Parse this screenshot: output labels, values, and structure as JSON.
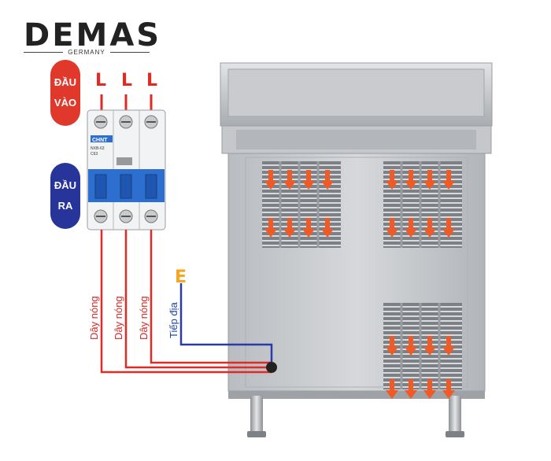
{
  "brand": {
    "name": "DEMAS",
    "tagline": "GERMANY"
  },
  "inputs": {
    "pill_line1": "ĐẦU",
    "pill_line2": "VÀO",
    "phases": [
      "L",
      "L",
      "L"
    ]
  },
  "outputs": {
    "pill_line1": "ĐẦU",
    "pill_line2": "RA"
  },
  "breaker": {
    "brand_text": "CHNT",
    "model_text": "NXB-63",
    "rating_text": "C63"
  },
  "ground": {
    "symbol": "E",
    "label": "Tiếp địa"
  },
  "wires": {
    "hot_labels": [
      "Dây nóng",
      "Dây nóng",
      "Dây nóng"
    ]
  },
  "colors": {
    "live": "#e02a25",
    "ground": "#2b3aa8",
    "arrow": "#f15a24",
    "input_pill": "#e0392b",
    "output_pill": "#27349a",
    "earth_symbol": "#f5a623"
  }
}
